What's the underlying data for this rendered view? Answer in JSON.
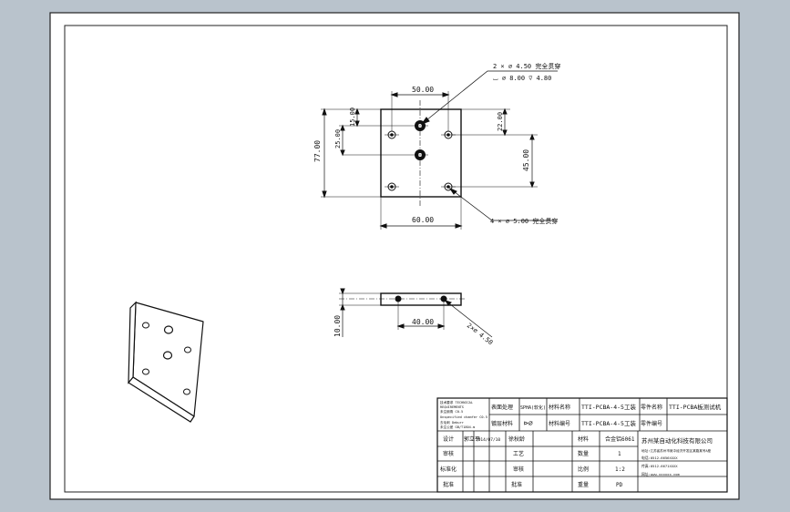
{
  "drawing": {
    "top_view": {
      "dim_width_top": "50.00",
      "dim_width_bottom": "60.00",
      "dim_height_total": "77.00",
      "dim_hole_offset_top": "15.00",
      "dim_hole_spacing_center": "25.00",
      "dim_right_top": "22.00",
      "dim_right_spacing": "45.00",
      "callout_center_holes_line1": "2 × ⌀ 4.50 完全贯穿",
      "callout_center_holes_line2": "⌴ ⌀ 8.00 ⊽ 4.80",
      "callout_corner_holes": "4 × ⌀ 5.00 完全贯穿"
    },
    "side_view": {
      "dim_thickness": "10.00",
      "dim_hole_spacing": "40.00",
      "callout_chamfer": "2×⌀ 4.50"
    }
  },
  "title_block": {
    "notes_lines": [
      "技术要求 TECHNICAL",
      "REQUIREMENTS",
      "未注倒角 C0.5",
      "Unspecified chamfer C0.5",
      "去毛刺 Deburr",
      "未注公差 GB/T1804-m"
    ],
    "surface_treatment_label": "表面处理",
    "surface_treatment_value": "SPHA(软化)",
    "material_label": "材料名称",
    "part_name_value": "TTI-PCBA-4-5工装",
    "part_label": "零件名称",
    "product_name": "TTI-PCBA板测试机",
    "heat_treatment_label": "镀层材料",
    "heat_treatment_value": "⊳⌀",
    "drawing_no_label": "材料编号",
    "drawing_no_value": "TTI-PCBA-4-5工装",
    "drawing_no_label2": "零件编号",
    "design_label": "设计",
    "design_value": "郭立平",
    "design_date": "2014/07/10",
    "design_name2": "徐秋龄",
    "check_label": "审核",
    "std_label": "标准化",
    "approve_label": "批准",
    "craft_label": "工艺",
    "audit_label": "审核",
    "approve2_label": "批准",
    "material_sign_label": "材料",
    "material_sign_value": "合金铝6061",
    "qty_label": "数量",
    "qty_value": "1",
    "scale_label": "比例",
    "scale_value": "1:2",
    "weight_label": "重量",
    "weight_value": "PD",
    "company_name": "苏州某自动化科技有限公司",
    "company_address": "地址:江苏省苏州市吴中经济开发区某路某号A座",
    "company_tel": "电话:0512-6656XXXX",
    "company_fax": "传真:0512-6671XXXX",
    "company_web": "网址:www.xxxxxx.com"
  }
}
